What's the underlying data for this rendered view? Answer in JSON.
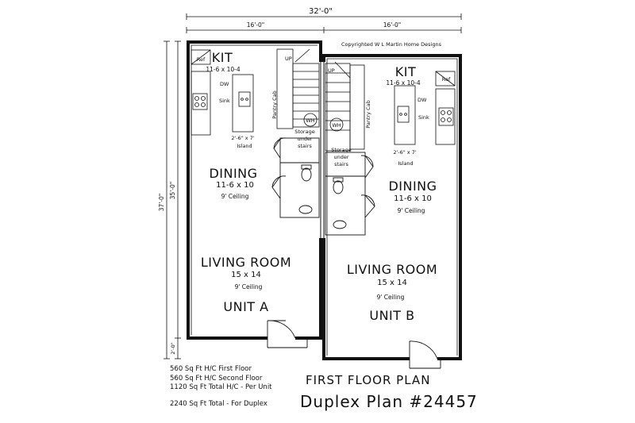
{
  "dimensions": {
    "overall_width": "32'-0\"",
    "unit_a_width": "16'-0\"",
    "unit_b_width": "16'-0\"",
    "overall_depth": "37'-0\"",
    "unit_depth": "35'-0\"",
    "offset": "2'-0\""
  },
  "copyright": "Copyrighted W L Martin Home Designs",
  "unit_a": {
    "kitchen": {
      "name": "KIT",
      "size": "11-6 x 10-4"
    },
    "ref": "Ref",
    "dw": "DW",
    "sink": "Sink",
    "island": {
      "size": "2'-6\" x 7'",
      "label": "Island"
    },
    "pantry": "Pantry Cab",
    "up": "UP",
    "wh": "WH",
    "storage": [
      "Storage",
      "under",
      "stairs"
    ],
    "dining": {
      "name": "DINING",
      "size": "11-6 x 10",
      "ceiling": "9' Ceiling"
    },
    "living": {
      "name": "LIVING ROOM",
      "size": "15 x 14",
      "ceiling": "9' Ceiling"
    },
    "unit_label": "UNIT A"
  },
  "unit_b": {
    "kitchen": {
      "name": "KIT",
      "size": "11-6 x 10-4"
    },
    "ref": "Ref",
    "dw": "DW",
    "sink": "Sink",
    "island": {
      "size": "2'-6\" x 7'",
      "label": "Island"
    },
    "pantry": "Pantry Cab",
    "up": "UP",
    "wh": "WH",
    "storage": [
      "Storage",
      "under",
      "stairs"
    ],
    "dining": {
      "name": "DINING",
      "size": "11-6 x 10",
      "ceiling": "9' Ceiling"
    },
    "living": {
      "name": "LIVING ROOM",
      "size": "15 x 14",
      "ceiling": "9' Ceiling"
    },
    "unit_label": "UNIT B"
  },
  "notes": {
    "first_floor": "560 Sq Ft H/C First Floor",
    "second_floor": "560 Sq Ft H/C Second Floor",
    "total_unit": "1120 Sq Ft Total H/C - Per Unit",
    "total_duplex": "2240 Sq Ft Total - For Duplex"
  },
  "title": {
    "line1": "FIRST FLOOR PLAN",
    "line2": "Duplex Plan #24457"
  }
}
